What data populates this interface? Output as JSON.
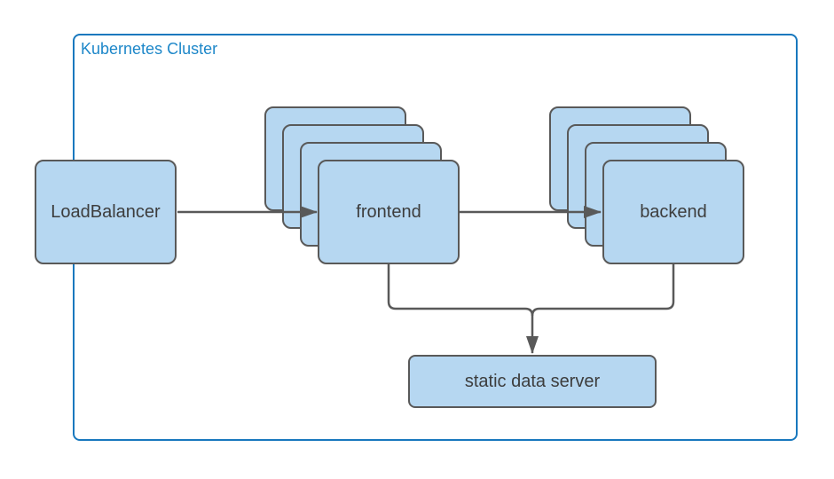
{
  "diagram": {
    "cluster": {
      "label": "Kubernetes Cluster"
    },
    "nodes": {
      "load_balancer": {
        "label": "LoadBalancer"
      },
      "frontend": {
        "label": "frontend",
        "replicas": 4
      },
      "backend": {
        "label": "backend",
        "replicas": 4
      },
      "static_data_server": {
        "label": "static data server"
      }
    },
    "edges": [
      {
        "from": "load_balancer",
        "to": "frontend"
      },
      {
        "from": "frontend",
        "to": "backend"
      },
      {
        "from": "frontend",
        "to": "static_data_server"
      },
      {
        "from": "backend",
        "to": "static_data_server"
      }
    ],
    "colors": {
      "background": "#ffffff",
      "node_fill": "#b6d7f1",
      "node_border": "#595959",
      "node_text": "#3d3d3d",
      "edge": "#595959",
      "cluster_border": "#1878be",
      "cluster_label": "#1d87c9"
    }
  }
}
